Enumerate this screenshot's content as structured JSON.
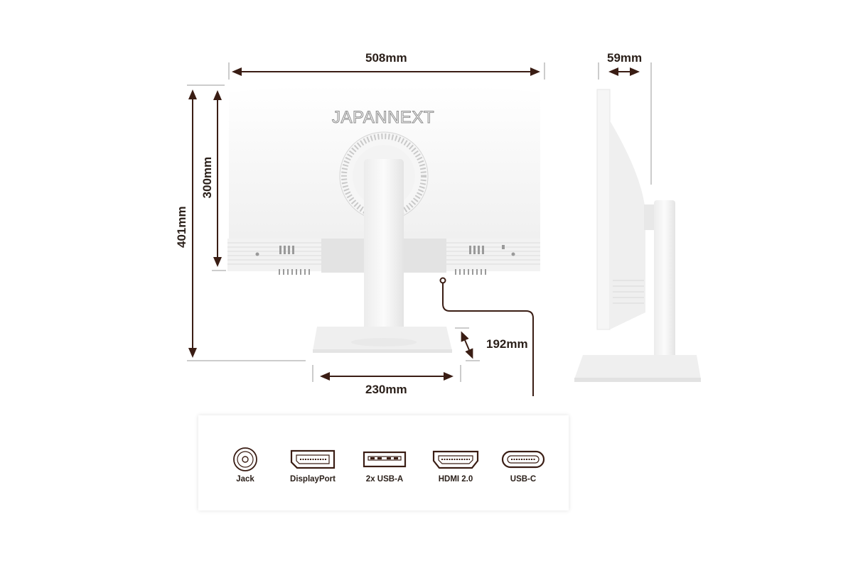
{
  "brand": "JAPANNEXT",
  "dimensions": {
    "width": "508mm",
    "depth": "59mm",
    "height_total": "401mm",
    "height_adjust": "300mm",
    "base_width": "230mm",
    "base_depth": "192mm"
  },
  "ports": [
    {
      "name": "jack",
      "label": "Jack",
      "icon": "audio-jack-icon"
    },
    {
      "name": "displayport",
      "label": "DisplayPort",
      "icon": "displayport-icon"
    },
    {
      "name": "usb-a",
      "label": "2x USB-A",
      "icon": "usb-a-icon"
    },
    {
      "name": "hdmi",
      "label": "HDMI 2.0",
      "icon": "hdmi-icon"
    },
    {
      "name": "usb-c",
      "label": "USB-C",
      "icon": "usb-c-icon"
    }
  ],
  "colors": {
    "dimension_line": "#3a1d14",
    "monitor_body": "#f4f4f4",
    "monitor_shadow": "#e2e2e2"
  }
}
